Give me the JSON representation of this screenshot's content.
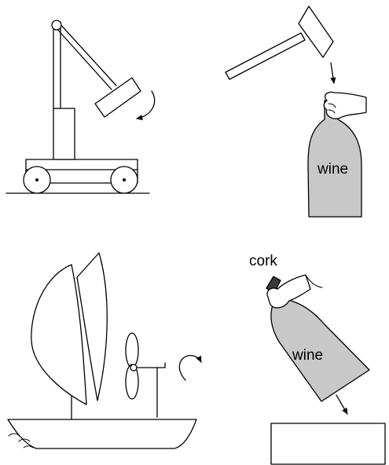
{
  "panels": {
    "crane": {},
    "hammer": {
      "bottle_label": "wine"
    },
    "sailboat": {},
    "cork": {
      "cork_label": "cork",
      "bottle_label": "wine"
    }
  }
}
